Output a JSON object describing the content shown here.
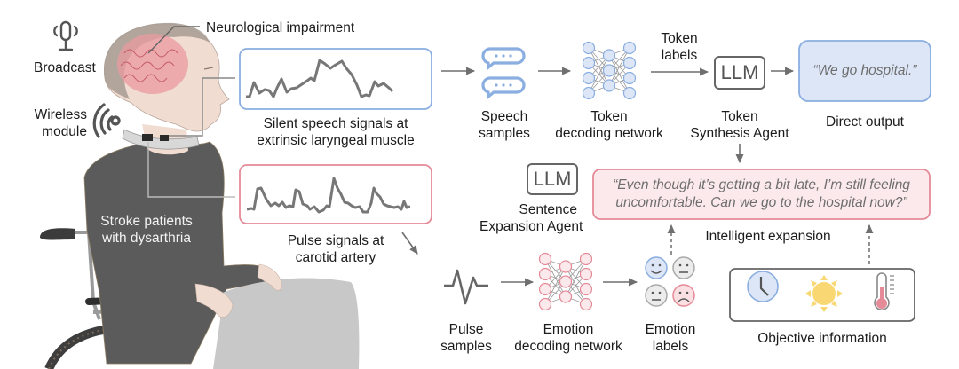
{
  "figure": {
    "broadcast_label": "Broadcast",
    "wireless_label": [
      "Wireless",
      "module"
    ],
    "neuro_label": "Neurological impairment",
    "patient_label": [
      "Stroke patients",
      "with dysarthria"
    ],
    "speech_signal_label": [
      "Silent speech signals at",
      "extrinsic laryngeal muscle"
    ],
    "pulse_signal_label": [
      "Pulse signals at",
      "carotid artery"
    ],
    "speech_samples_label": [
      "Speech",
      "samples"
    ],
    "token_network_label": [
      "Token",
      "decoding network"
    ],
    "token_labels_label": [
      "Token",
      "labels"
    ],
    "token_agent_llm": "LLM",
    "token_agent_label": [
      "Token",
      "Synthesis Agent"
    ],
    "direct_output_text": "“We go hospital.”",
    "direct_output_label": "Direct output",
    "sentence_agent_llm": "LLM",
    "sentence_agent_label": [
      "Sentence",
      "Expansion Agent"
    ],
    "expanded_text": [
      "“Even though it’s getting a bit late, I’m still feeling",
      "uncomfortable. Can we go to the hospital now?”"
    ],
    "intelligent_expansion_label": "Intelligent expansion",
    "pulse_samples_label": [
      "Pulse",
      "samples"
    ],
    "emotion_network_label": [
      "Emotion",
      "decoding network"
    ],
    "emotion_labels_label": [
      "Emotion",
      "labels"
    ],
    "objective_info_label": "Objective information",
    "objective_icons": [
      "clock-icon",
      "sun-icon",
      "thermometer-icon"
    ],
    "emotion_icons": [
      "happy-face-icon",
      "neutral-face-icon",
      "neutral-face-icon",
      "sad-face-icon"
    ]
  },
  "colors": {
    "blue_accent": "#8aaee0",
    "blue_fill": "#dde6f6",
    "pink_accent": "#e58a97",
    "pink_fill": "#fbe9eb",
    "gray_line": "#6f6f6f",
    "dark_shirt": "#5b5b5b",
    "skin": "#f1dcd2",
    "brain": "#e99aa0",
    "sun": "#f9d874"
  }
}
